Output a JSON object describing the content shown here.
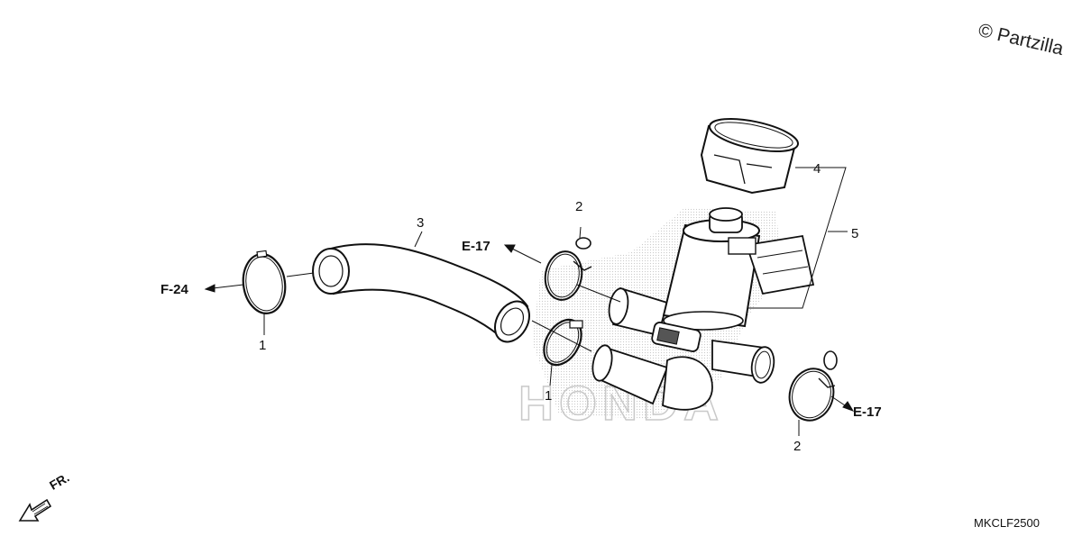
{
  "copyright": "© Partzilla",
  "diagram_code": "MKCLF2500",
  "front_indicator": "FR.",
  "watermark": "HONDA",
  "callouts": {
    "clamp_left": "1",
    "clamp_mid": "1",
    "clip_top": "2",
    "clip_right": "2",
    "hose": "3",
    "cap": "4",
    "valve_assy": "5"
  },
  "references": {
    "f24": "F-24",
    "e17_top": "E-17",
    "e17_bottom": "E-17"
  }
}
